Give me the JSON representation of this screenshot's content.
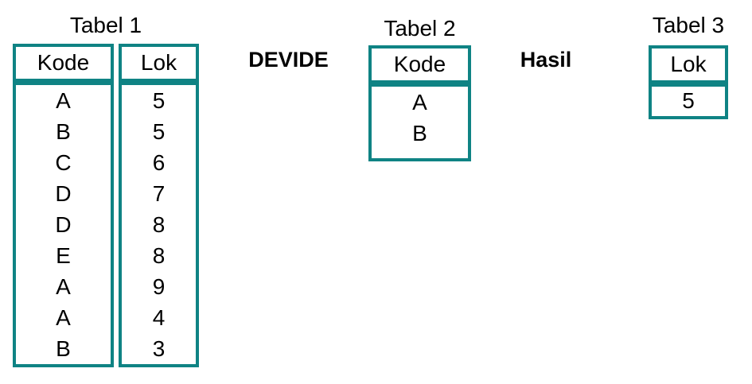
{
  "colors": {
    "border": "#0f8384",
    "text": "#000000",
    "background": "#ffffff"
  },
  "tables": [
    {
      "title": "Tabel 1",
      "columns": [
        {
          "header": "Kode",
          "rows": [
            "A",
            "B",
            "C",
            "D",
            "D",
            "E",
            "A",
            "A",
            "B"
          ]
        },
        {
          "header": "Lok",
          "rows": [
            "5",
            "5",
            "6",
            "7",
            "8",
            "8",
            "9",
            "4",
            "3"
          ]
        }
      ]
    },
    {
      "title": "Tabel 2",
      "columns": [
        {
          "header": "Kode",
          "rows": [
            "A",
            "B"
          ]
        }
      ]
    },
    {
      "title": "Tabel 3",
      "columns": [
        {
          "header": "Lok",
          "rows": [
            "5"
          ]
        }
      ]
    }
  ],
  "operators": [
    {
      "label": "DEVIDE"
    },
    {
      "label": "Hasil"
    }
  ]
}
